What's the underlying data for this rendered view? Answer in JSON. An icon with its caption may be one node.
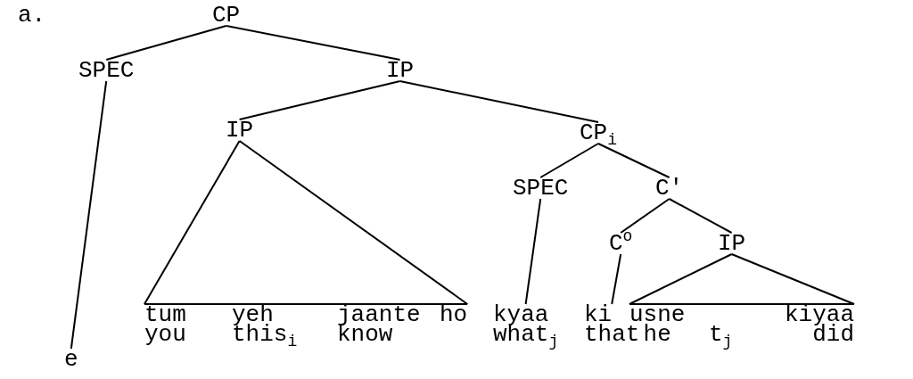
{
  "diagram": {
    "nodes": [
      {
        "text": [
          "CP"
        ]
      },
      {
        "text": [
          "SPEC"
        ]
      },
      {
        "text": [
          "IP"
        ]
      },
      {
        "text": [
          "IP"
        ]
      },
      {
        "text": [
          "CP$_{i}$"
        ]
      },
      {
        "text": [
          "SPEC"
        ]
      },
      {
        "text": [
          "C'"
        ]
      },
      {
        "text": [
          "C$^{o}$"
        ]
      },
      {
        "text": [
          "IP"
        ]
      },
      {
        "text": [
          "e"
        ]
      },
      {
        "text": [
          "tum",
          "you"
        ]
      },
      {
        "text": [
          "yeh",
          "this$_{i}$"
        ]
      },
      {
        "text": [
          "jaante",
          "know"
        ]
      },
      {
        "text": [
          "ho"
        ]
      },
      {
        "text": [
          "kyaa",
          "what$_{j}$"
        ]
      },
      {
        "text": [
          "ki",
          "that"
        ]
      },
      {
        "text": [
          "usne",
          "he"
        ]
      },
      {
        "text": [
          "kiyaa",
          "did"
        ]
      }
    ],
    "edges": [
      {
        "from": 0,
        "to": 1,
        "arrow": "none"
      },
      {
        "from": 0,
        "to": 2,
        "arrow": "none"
      },
      {
        "from": 1,
        "to": 9,
        "arrow": "none"
      },
      {
        "from": 2,
        "to": 3,
        "arrow": "none"
      },
      {
        "from": 2,
        "to": 4,
        "arrow": "none"
      },
      {
        "from": 3,
        "to": 10,
        "arrow": "none"
      },
      {
        "from": 3,
        "to": 13,
        "arrow": "none"
      },
      {
        "from": 4,
        "to": 5,
        "arrow": "none"
      },
      {
        "from": 4,
        "to": 6,
        "arrow": "none"
      },
      {
        "from": 5,
        "to": 14,
        "arrow": "none"
      },
      {
        "from": 6,
        "to": 7,
        "arrow": "none"
      },
      {
        "from": 6,
        "to": 8,
        "arrow": "none"
      },
      {
        "from": 7,
        "to": 15,
        "arrow": "none"
      },
      {
        "from": 8,
        "to": 16,
        "arrow": "none"
      },
      {
        "from": 8,
        "to": 17,
        "arrow": "none"
      }
    ],
    "labels": [
      "a.",
      "t$_{j}$"
    ]
  }
}
